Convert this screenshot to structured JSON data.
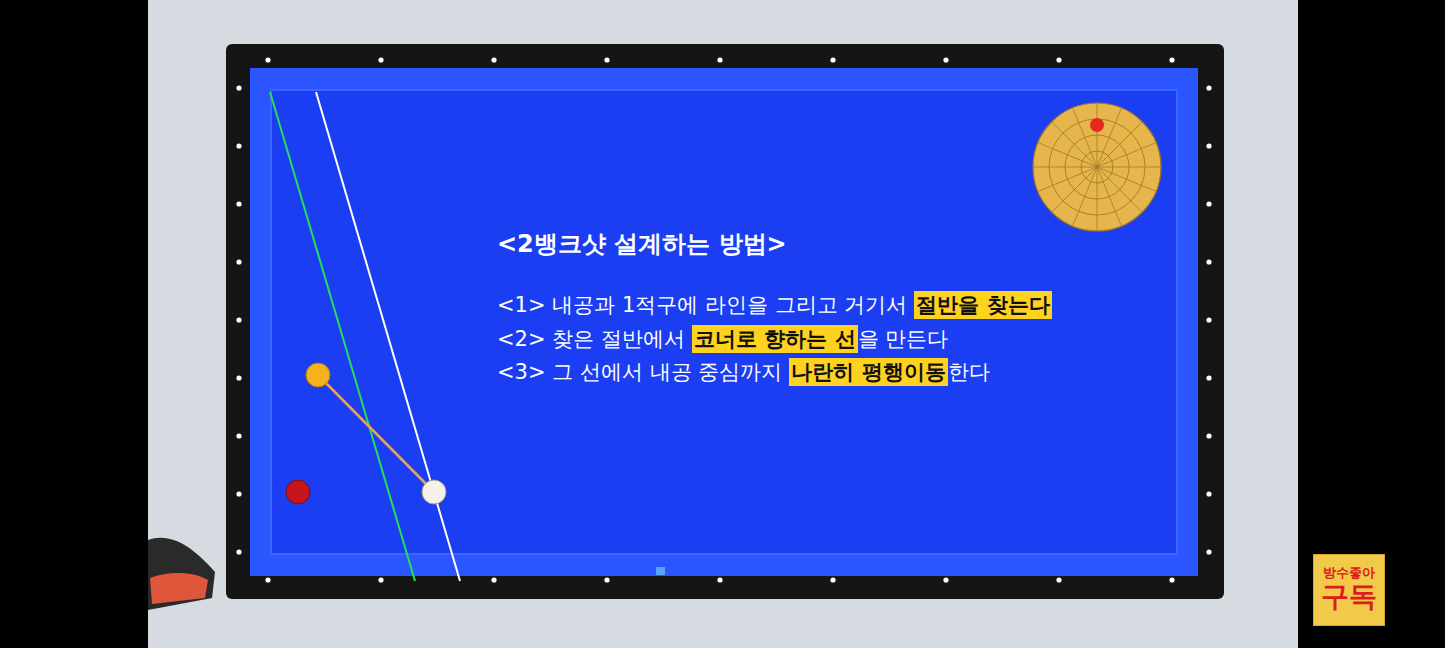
{
  "diagram": {
    "title": "<2뱅크샷 설계하는 방법>",
    "nodes": [
      {
        "text": [
          "방수좋아",
          "구독"
        ]
      }
    ],
    "labels": [
      "<1> 내공과 1적구에 라인을 그리고 거기서",
      "절반을 찾는다",
      "<2> 찾은 절반에서",
      "코너로 향하는 선",
      "을 만든다",
      "<3> 그 선에서 내공 중심까지",
      "나란히 평행이동",
      "한다"
    ]
  }
}
